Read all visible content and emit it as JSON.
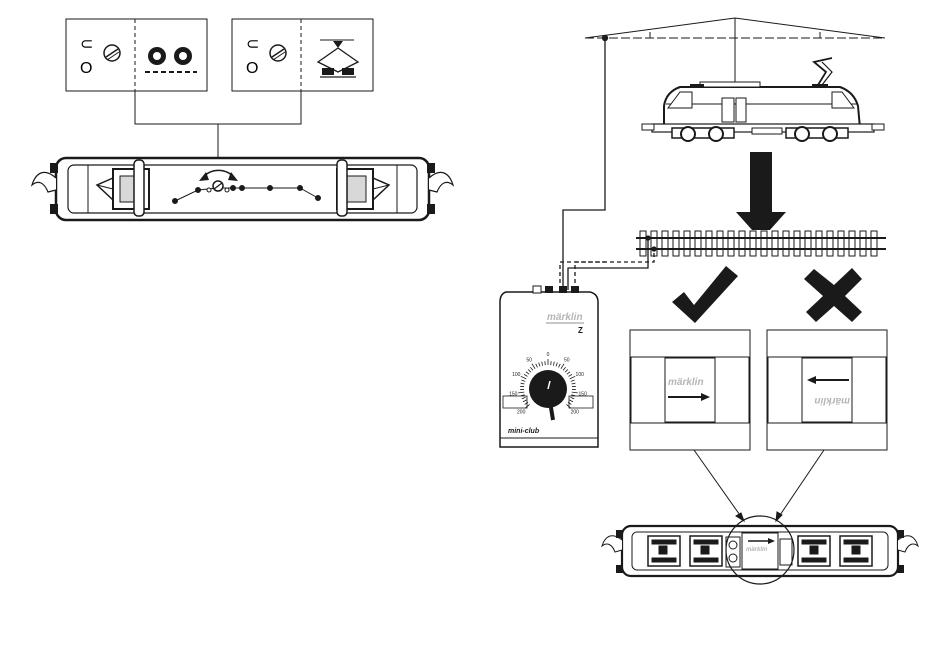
{
  "controller": {
    "brand": "märklin",
    "gauge": "Z",
    "model": "mini-club",
    "speed_scale": [
      "200",
      "150",
      "100",
      "50",
      "0",
      "50",
      "100",
      "150",
      "200"
    ]
  },
  "panels": {
    "correct": {
      "brand": "märklin",
      "mark": "check-icon"
    },
    "incorrect": {
      "brand": "märklin",
      "mark": "cross-icon"
    }
  },
  "bottom_loco": {
    "brand": "märklin"
  },
  "switch": {
    "labels": [
      "⊂",
      "O"
    ]
  },
  "colors": {
    "line": "#1a1a1a",
    "shade": "#d8d8d8",
    "brand_gray": "#b5b5b5"
  }
}
